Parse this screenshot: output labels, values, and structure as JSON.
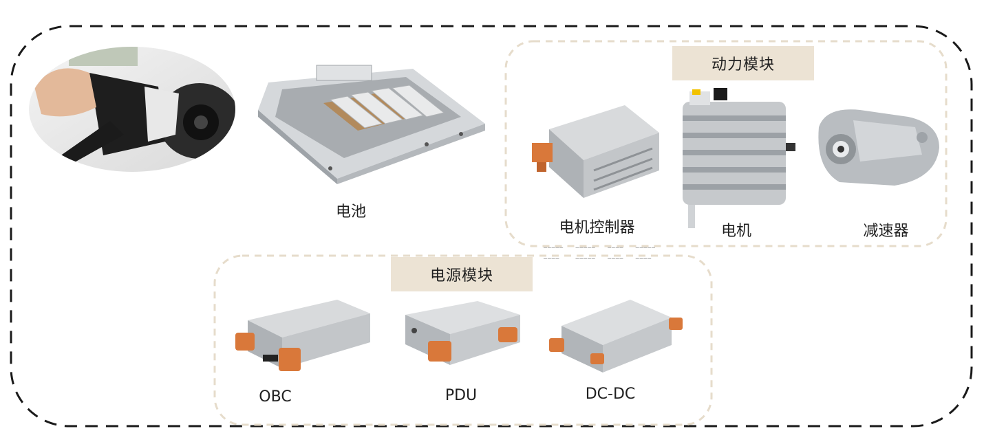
{
  "groups": {
    "power_module": {
      "title": "动力模块"
    },
    "power_supply_module": {
      "title": "电源模块"
    }
  },
  "components": {
    "battery": "电池",
    "motor_controller": "电机控制器",
    "motor": "电机",
    "reducer": "减速器",
    "obc": "OBC",
    "pdu": "PDU",
    "dcdc": "DC-DC"
  },
  "icons": {
    "charging": "charging-plug-icon",
    "battery": "battery-pack-icon",
    "motor_controller": "motor-controller-icon",
    "motor": "electric-motor-icon",
    "reducer": "reducer-gearbox-icon",
    "obc": "obc-unit-icon",
    "pdu": "pdu-unit-icon",
    "dcdc": "dcdc-converter-icon"
  },
  "colors": {
    "title_bg": "#ece3d4",
    "metal": "#c9ccd0",
    "connector": "#d9783a",
    "frame": "#1a1a1a",
    "inner_frame": "#e6dccb"
  }
}
